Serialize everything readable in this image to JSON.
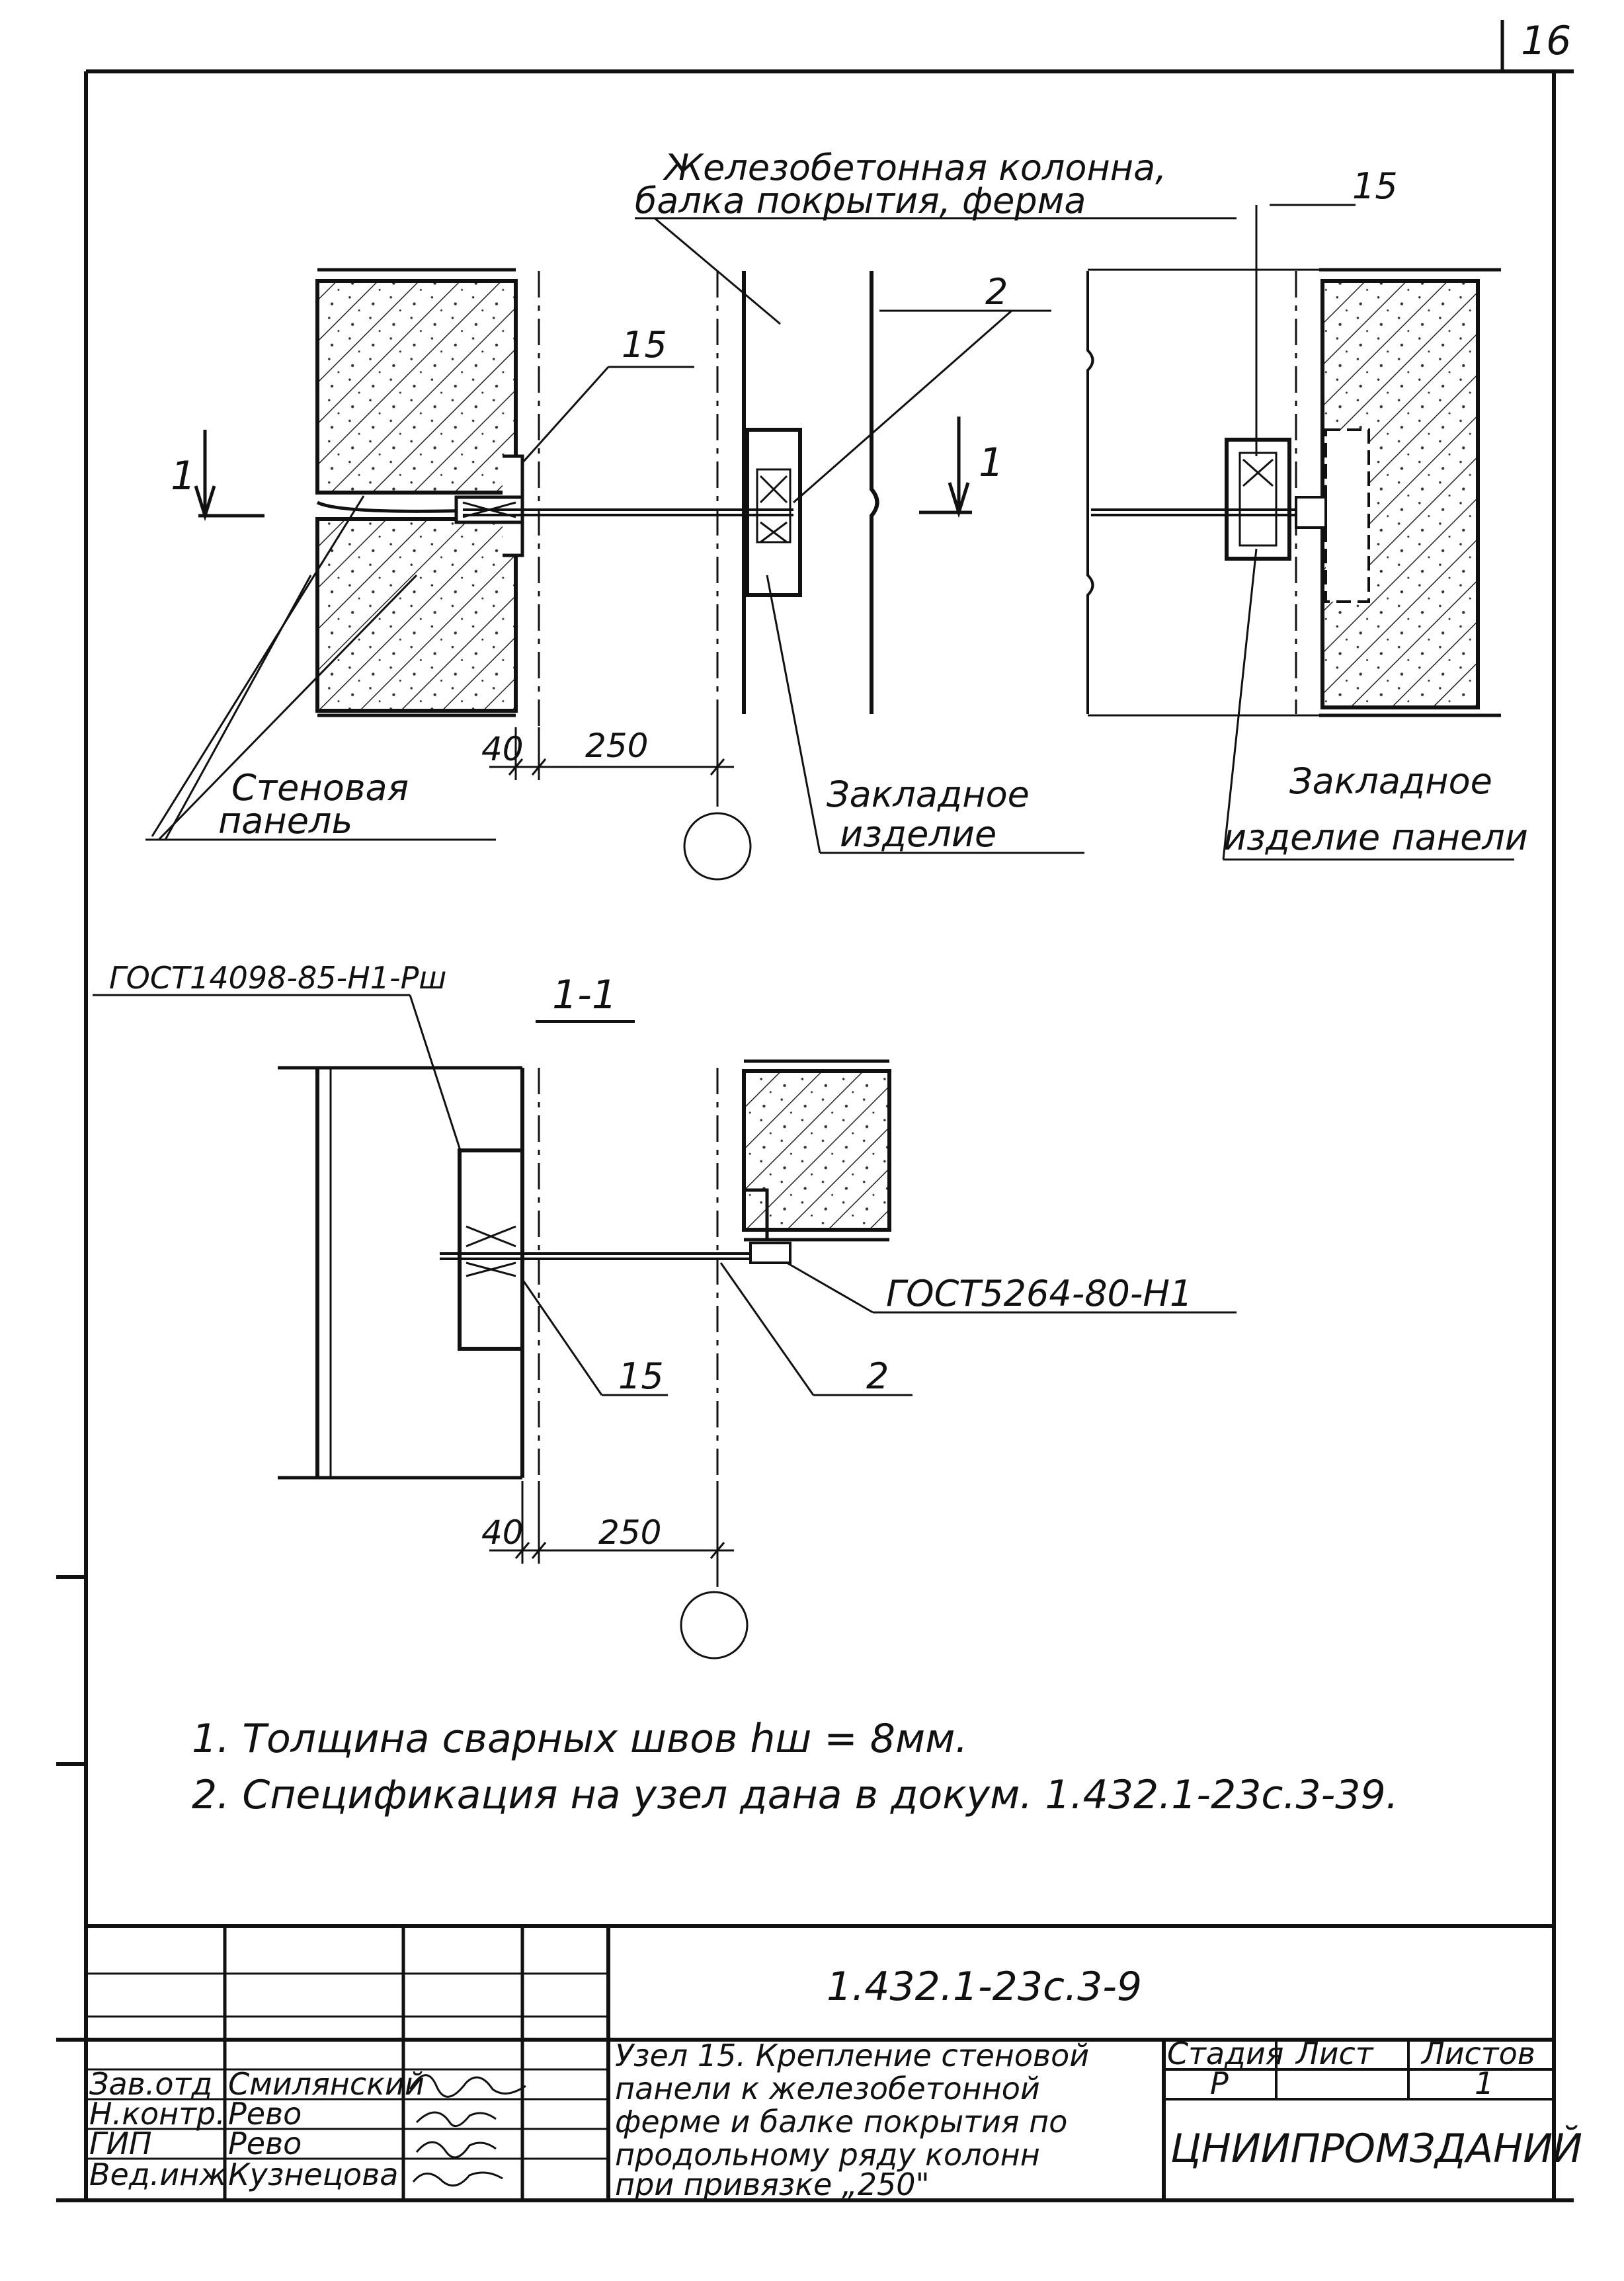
{
  "sheet": {
    "number": "16"
  },
  "view_top": {
    "label_column": [
      "Железобетонная колонна,",
      "балка покрытия, ферма"
    ],
    "label_15_left": "15",
    "label_2": "2",
    "label_15_right": "15",
    "section_mark_left": "1",
    "section_mark_right": "1",
    "label_wall_panel": [
      "Стеновая",
      "панель"
    ],
    "label_embed": [
      "Закладное",
      "изделие"
    ],
    "label_embed_panel": [
      "Закладное",
      "изделие панели"
    ],
    "dim_40": "40",
    "dim_250": "250"
  },
  "section": {
    "title": "1-1",
    "gost_top": "ГОСТ14098-85-Н1-Рш",
    "gost_right": "ГОСТ5264-80-Н1",
    "label_15": "15",
    "label_2": "2",
    "dim_40": "40",
    "dim_250": "250"
  },
  "notes": [
    "1. Толщина сварных швов hш = 8мм.",
    "2. Спецификация на узел дана в докум. 1.432.1-23с.3-39."
  ],
  "title_block": {
    "code": "1.432.1-23с.3-9",
    "staff": [
      {
        "role": "Зав.отд",
        "name": "Смилянский"
      },
      {
        "role": "Н.контр.",
        "name": "Рево"
      },
      {
        "role": "ГИП",
        "name": "Рево"
      },
      {
        "role": "Вед.инж",
        "name": "Кузнецова"
      }
    ],
    "description": [
      "Узел 15. Крепление стеновой",
      "панели к железобетонной",
      "ферме и балке покрытия по",
      "продольному ряду колонн",
      "при привязке „250\""
    ],
    "stage_header": "Стадия",
    "sheet_header": "Лист",
    "sheets_header": "Листов",
    "stage_value": "Р",
    "sheet_value": "",
    "sheets_value": "1",
    "organization": "ЦНИИПРОМЗДАНИЙ"
  }
}
